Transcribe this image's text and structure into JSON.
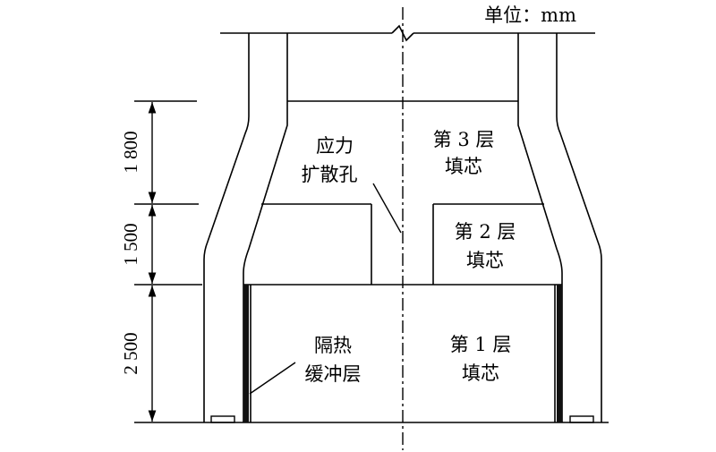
{
  "unit_label": "单位：mm",
  "labels": {
    "stress_hole": [
      "应力",
      "扩散孔"
    ],
    "layer3": [
      "第 3 层",
      "填芯"
    ],
    "layer2": [
      "第 2 层",
      "填芯"
    ],
    "layer1": [
      "第 1 层",
      "填芯"
    ],
    "insulation": [
      "隔热",
      "缓冲层"
    ]
  },
  "dimensions": {
    "top": "1 800",
    "middle": "1 500",
    "bottom": "2 500"
  }
}
